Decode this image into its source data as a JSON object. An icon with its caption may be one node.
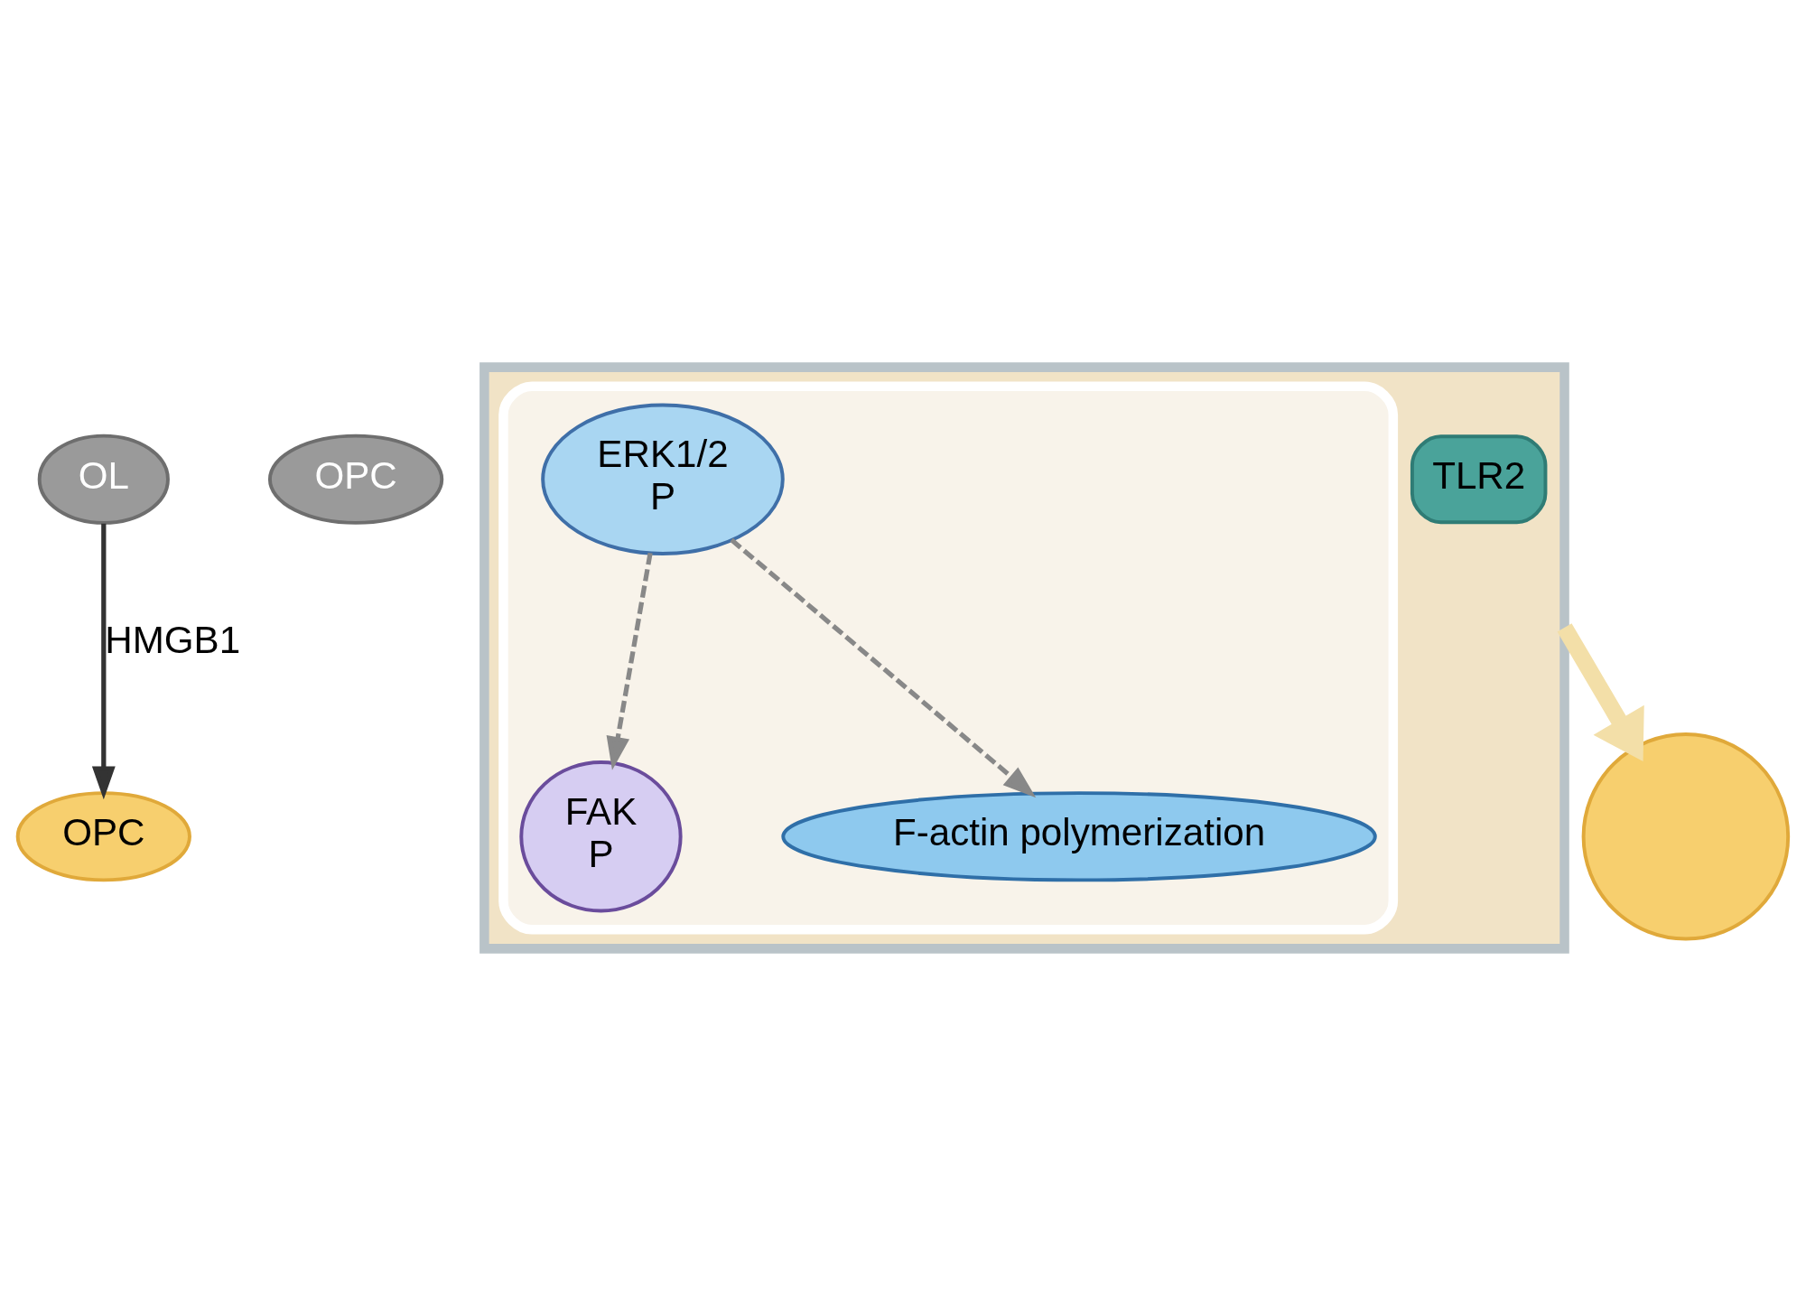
{
  "diagram": {
    "nodes": [
      {
        "text": [
          "OPC"
        ]
      },
      {
        "text": [
          "OPC"
        ]
      },
      {
        "text": [
          "OL"
        ]
      },
      {
        "text": [],
        "shape": "box"
      },
      {
        "text": [
          "TLR2"
        ],
        "in": 3
      },
      {
        "text": [],
        "shape": "box",
        "in": 3
      },
      {
        "text": [
          "ERK1/2",
          "P"
        ],
        "in": 5
      },
      {
        "text": [
          "FAK",
          "P"
        ],
        "in": 5
      },
      {
        "text": [
          "F-actin polymerization"
        ],
        "in": 5
      },
      {
        "text": [],
        "shape": "circle"
      }
    ],
    "edges": [
      {
        "from": 2,
        "to": 0,
        "arrow": "to",
        "label": "HMGB1"
      },
      {
        "from": 6,
        "to": 7,
        "arrow": "to",
        "style": "dashed"
      },
      {
        "from": 6,
        "to": 8,
        "arrow": "to",
        "style": "dashed"
      },
      {
        "from": 3,
        "to": 9,
        "arrow": "to",
        "style": "thick",
        "color": "#f3dfa8"
      }
    ]
  }
}
